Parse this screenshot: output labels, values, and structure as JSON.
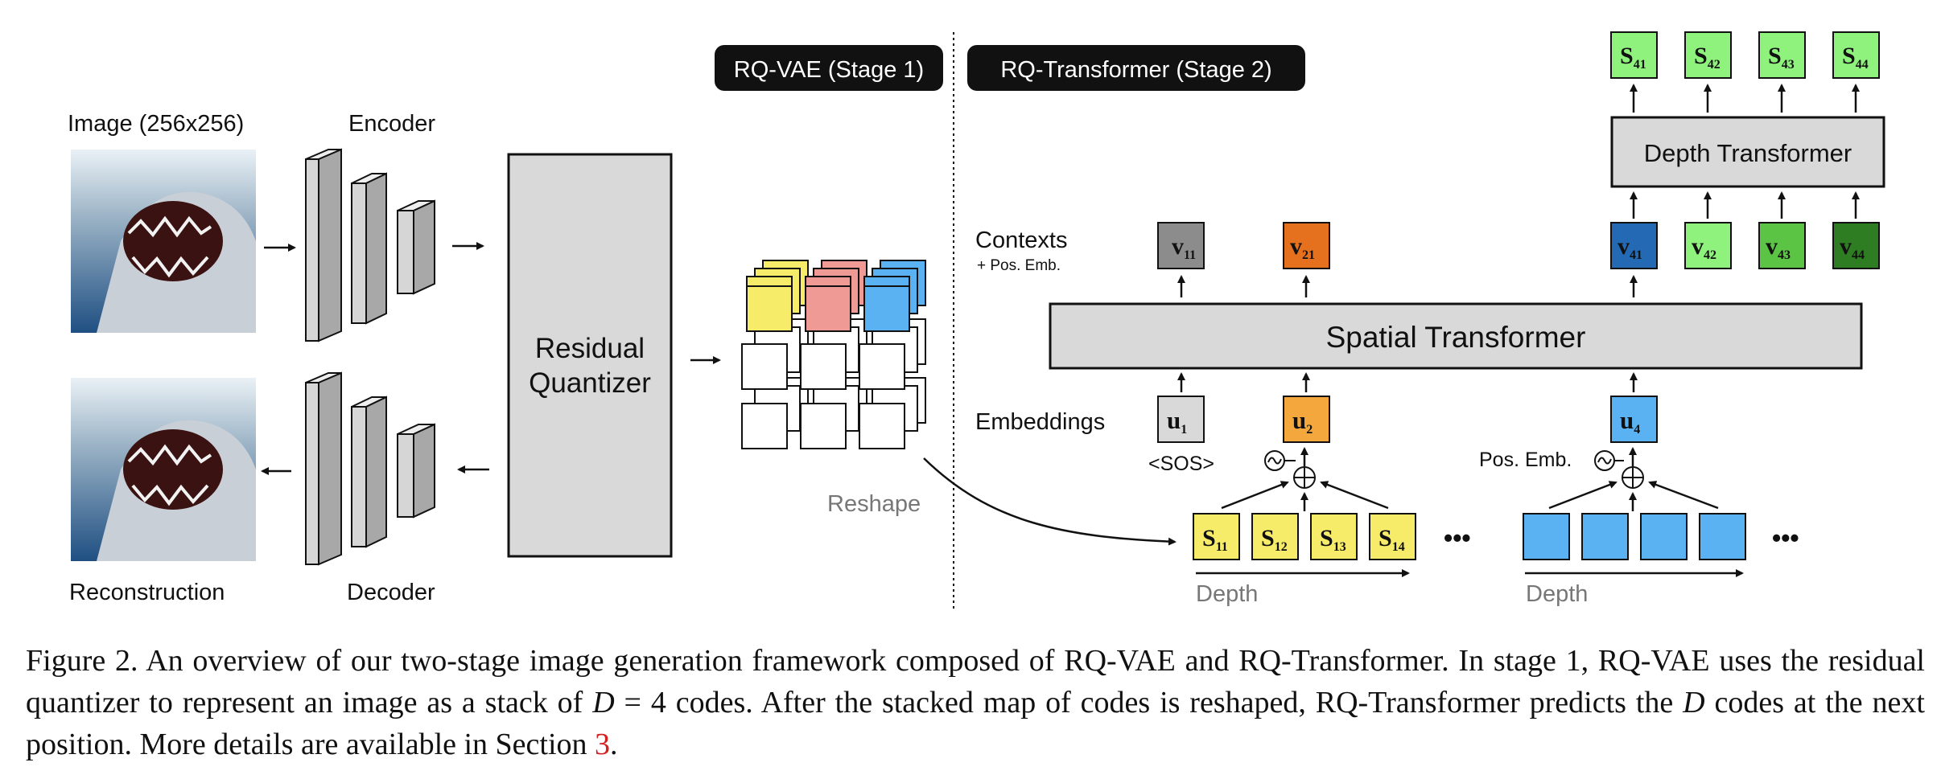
{
  "figure": {
    "labels": {
      "image": "Image (256x256)",
      "encoder": "Encoder",
      "decoder": "Decoder",
      "reconstruction": "Reconstruction",
      "quantizer_line1": "Residual",
      "quantizer_line2": "Quantizer",
      "reshape": "Reshape",
      "stage1": "RQ-VAE (Stage 1)",
      "stage2": "RQ-Transformer (Stage 2)",
      "contexts": "Contexts",
      "pos_emb_small": "+ Pos. Emb.",
      "embeddings": "Embeddings",
      "sos": "<SOS>",
      "pos_emb": "Pos. Emb.",
      "spatial_transformer": "Spatial Transformer",
      "depth_transformer": "Depth Transformer",
      "depth_1": "Depth",
      "depth_2": "Depth",
      "ellipsis_1": "•••",
      "ellipsis_2": "•••"
    },
    "tokens": {
      "s": [
        {
          "base": "S",
          "sub": "11"
        },
        {
          "base": "S",
          "sub": "12"
        },
        {
          "base": "S",
          "sub": "13"
        },
        {
          "base": "S",
          "sub": "14"
        }
      ],
      "s_out": [
        {
          "base": "S",
          "sub": "41"
        },
        {
          "base": "S",
          "sub": "42"
        },
        {
          "base": "S",
          "sub": "43"
        },
        {
          "base": "S",
          "sub": "44"
        }
      ],
      "u": [
        {
          "base": "u",
          "sub": "1"
        },
        {
          "base": "u",
          "sub": "2"
        },
        {
          "base": "u",
          "sub": "4"
        }
      ],
      "v": [
        {
          "base": "v",
          "sub": "11"
        },
        {
          "base": "v",
          "sub": "21"
        },
        {
          "base": "v",
          "sub": "41"
        },
        {
          "base": "v",
          "sub": "42"
        },
        {
          "base": "v",
          "sub": "43"
        },
        {
          "base": "v",
          "sub": "44"
        }
      ]
    },
    "colors": {
      "yellow": "#f6ec6a",
      "orange": "#f3a73d",
      "dark_orange": "#e5701e",
      "blue": "#5ab2f2",
      "dark_blue": "#2469b3",
      "pink": "#f09a96",
      "green_light": "#8ef27c",
      "green_mid": "#5cc444",
      "green_dark": "#2e7d22",
      "gray_box": "#d9d9d9",
      "gray_token": "#8c8c8c",
      "badge": "#111111"
    }
  },
  "caption": {
    "p1": "Figure 2.  An overview of our two-stage image generation framework composed of RQ-VAE and RQ-Transformer.  In stage 1, RQ-VAE uses the residual quantizer to represent an image as a stack of ",
    "math1": "D",
    "p2": " = 4 codes.  After the stacked map of codes is reshaped, RQ-Transformer predicts the ",
    "math2": "D",
    "p3": " codes at the next position.  More details are available in Section ",
    "ref": "3",
    "p4": "."
  }
}
